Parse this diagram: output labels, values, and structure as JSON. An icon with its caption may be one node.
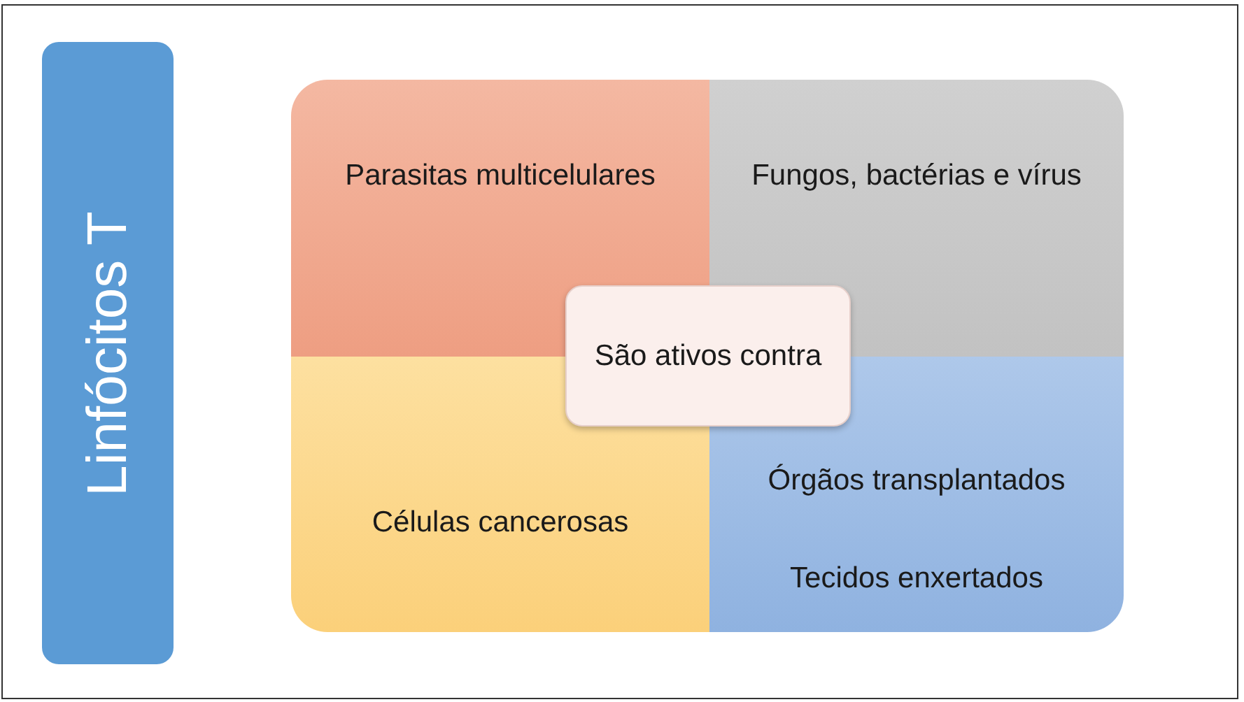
{
  "diagram": {
    "nodes": [
      {
        "text": [
          "Linfócitos T"
        ]
      },
      {
        "text": [
          "Parasitas multicelulares"
        ]
      },
      {
        "text": [
          "Fungos, bactérias e vírus"
        ]
      },
      {
        "text": [
          "Células cancerosas"
        ]
      },
      {
        "text": [
          "Órgãos transplantados",
          "Tecidos enxertados"
        ]
      },
      {
        "text": [
          "São ativos contra"
        ]
      }
    ]
  }
}
